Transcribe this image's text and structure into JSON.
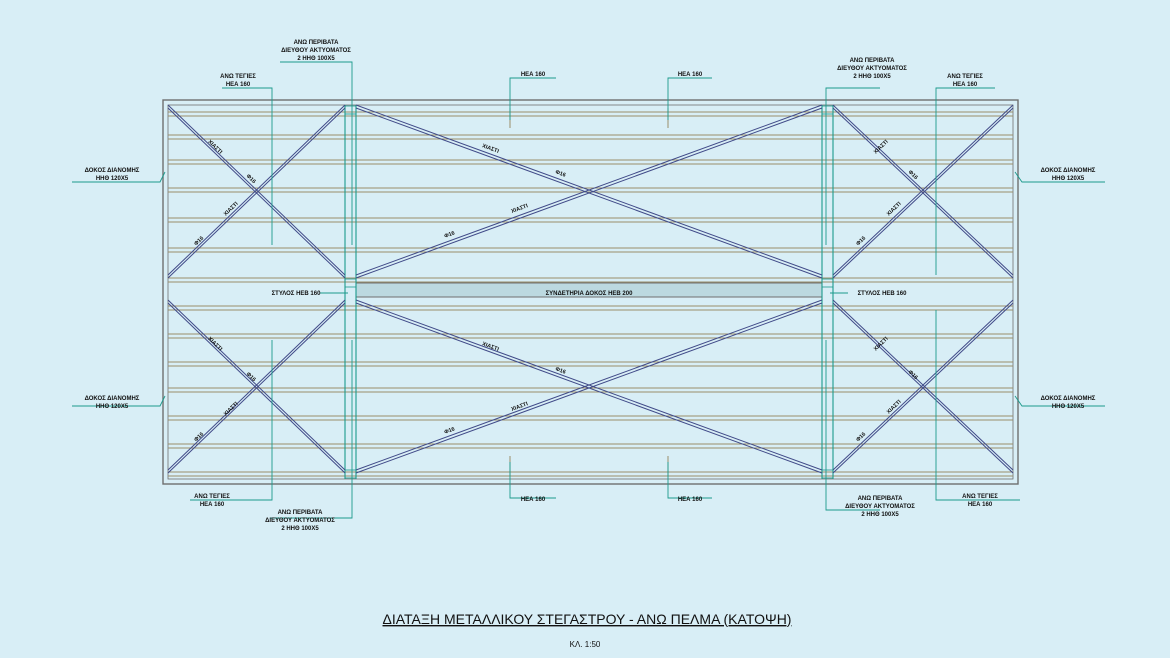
{
  "colors": {
    "background": "#d8eef6",
    "outline": "#6f6f6f",
    "purlin": "#9a8f6a",
    "brace": "#404a88",
    "leader": "#1c9a8c",
    "column": "#1c9a8c",
    "text": "#111111"
  },
  "labels": {
    "top_left_bracing": [
      "ΑΝΩ ΠΕΡΙΒΑΤΑ",
      "ΔΙΕΥΘΟΥ ΑΚΤΥΟΜΑΤΟΣ",
      "2 ΗΗΘ 100Χ5"
    ],
    "top_right_bracing": [
      "ΑΝΩ ΠΕΡΙΒΑΤΑ",
      "ΔΙΕΥΘΟΥ ΑΚΤΥΟΜΑΤΟΣ",
      "2 ΗΗΘ 100Χ5"
    ],
    "top_left_ties": [
      "ΑΝΩ ΤΕΓΙΕΣ",
      "ΗΕΑ 160"
    ],
    "top_right_ties": [
      "ΑΝΩ ΤΕΓΙΕΣ",
      "ΗΕΑ 160"
    ],
    "top_mid_left": "ΗΕΑ 160",
    "top_mid_right": "ΗΕΑ 160",
    "left_purlins_upper": [
      "ΔΟΚΟΣ ΔΙΑΝΟΜΗΣ",
      "ΗΗΘ 120Χ5"
    ],
    "left_purlins_lower": [
      "ΔΟΚΟΣ ΔΙΑΝΟΜΗΣ",
      "ΗΗΘ 120Χ5"
    ],
    "right_purlins_upper": [
      "ΔΟΚΟΣ ΔΙΑΝΟΜΗΣ",
      "ΗΗΘ 120Χ5"
    ],
    "right_purlins_lower": [
      "ΔΟΚΟΣ ΔΙΑΝΟΜΗΣ",
      "ΗΗΘ 120Χ5"
    ],
    "column_left": "ΣΤΥΛΟΣ ΗΕΒ 160",
    "column_right": "ΣΤΥΛΟΣ ΗΕΒ 160",
    "center_beam": "ΣΥΝΔΕΤΗΡΙΑ ΔΟΚΟΣ ΗΕΒ 200",
    "bottom_mid_left": "ΗΕΑ 160",
    "bottom_mid_right": "ΗΕΑ 160",
    "bottom_left_ties": [
      "ΑΝΩ ΤΕΓΙΕΣ",
      "ΗΕΑ 160"
    ],
    "bottom_right_ties": [
      "ΑΝΩ ΤΕΓΙΕΣ",
      "ΗΕΑ 160"
    ],
    "bottom_left_bracing": [
      "ΑΝΩ ΠΕΡΙΒΑΤΑ",
      "ΔΙΕΥΘΟΥ ΑΚΤΥΟΜΑΤΟΣ",
      "2 ΗΗΘ 100Χ5"
    ],
    "bottom_right_bracing": [
      "ΑΝΩ ΠΕΡΙΒΑΤΑ",
      "ΔΙΕΥΘΟΥ ΑΚΤΥΟΜΑΤΟΣ",
      "2 ΗΗΘ 100Χ5"
    ],
    "brace_cross": "ΧΙΑΣΤΙ",
    "brace_size": "Φ16"
  },
  "title": "ΔΙΑΤΑΞΗ ΜΕΤΑΛΛΙΚΟΥ ΣΤΕΓΑΣΤΡΟΥ - ΑΝΩ ΠΕΛΜΑ (ΚΑΤΟΨΗ)",
  "scale": "ΚΛ. 1:50"
}
